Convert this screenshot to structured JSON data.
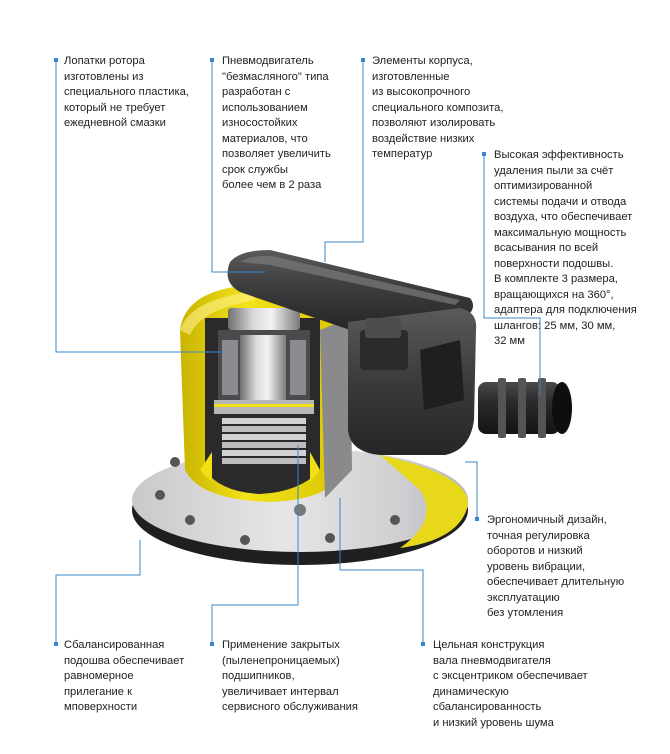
{
  "accent_color": "#3a86c8",
  "annotations": {
    "rotor_blades": "Лопатки ротора\nизготовлены из\nспециального пластика,\nкоторый не требует\nежедневной смазки",
    "oil_free_motor": "Пневмодвигатель\n\"безмасляного\" типа\nразработан с\nиспользованием\nизносостойких\nматериалов, что\nпозволяет увеличить\nсрок службы\nболее чем в 2 раза",
    "body_elements": "Элементы корпуса,\nизготовленные\nиз высокопрочного\nспециального композита,\nпозволяют изолировать\nвоздействие низких\nтемператур",
    "dust_extraction": "Высокая эффективность\nудаления пыли за счёт\nоптимизированной\nсистемы подачи и отвода\nвоздуха, что обеспечивает\nмаксимальную мощность\nвсасывания по всей\nповерхности подошвы.\nВ комплекте 3 размера,\nвращающихся на 360°,\nадаптера для подключения\nшлангов: 25 мм, 30 мм,\n32 мм",
    "ergonomic_design": "Эргономичный дизайн,\nточная регулировка\nоборотов и низкий\nуровень вибрации,\nобеспечивает длительную\nэксплуатацию\nбез утомления",
    "balanced_pad": "Сбалансированная\nподошва обеспечивает\nравномерное\nприлегание к\nмповерхности",
    "sealed_bearings": "Применение закрытых\n(пыленепроницаемых)\nподшипников,\nувеличивает интервал\nсервисного обслуживания",
    "one_piece_shaft": "Цельная конструкция\nвала пневмодвигателя\nс эксцентриком обеспечивает\nдинамическую\nсбалансированность\nи низкий уровень шума"
  }
}
